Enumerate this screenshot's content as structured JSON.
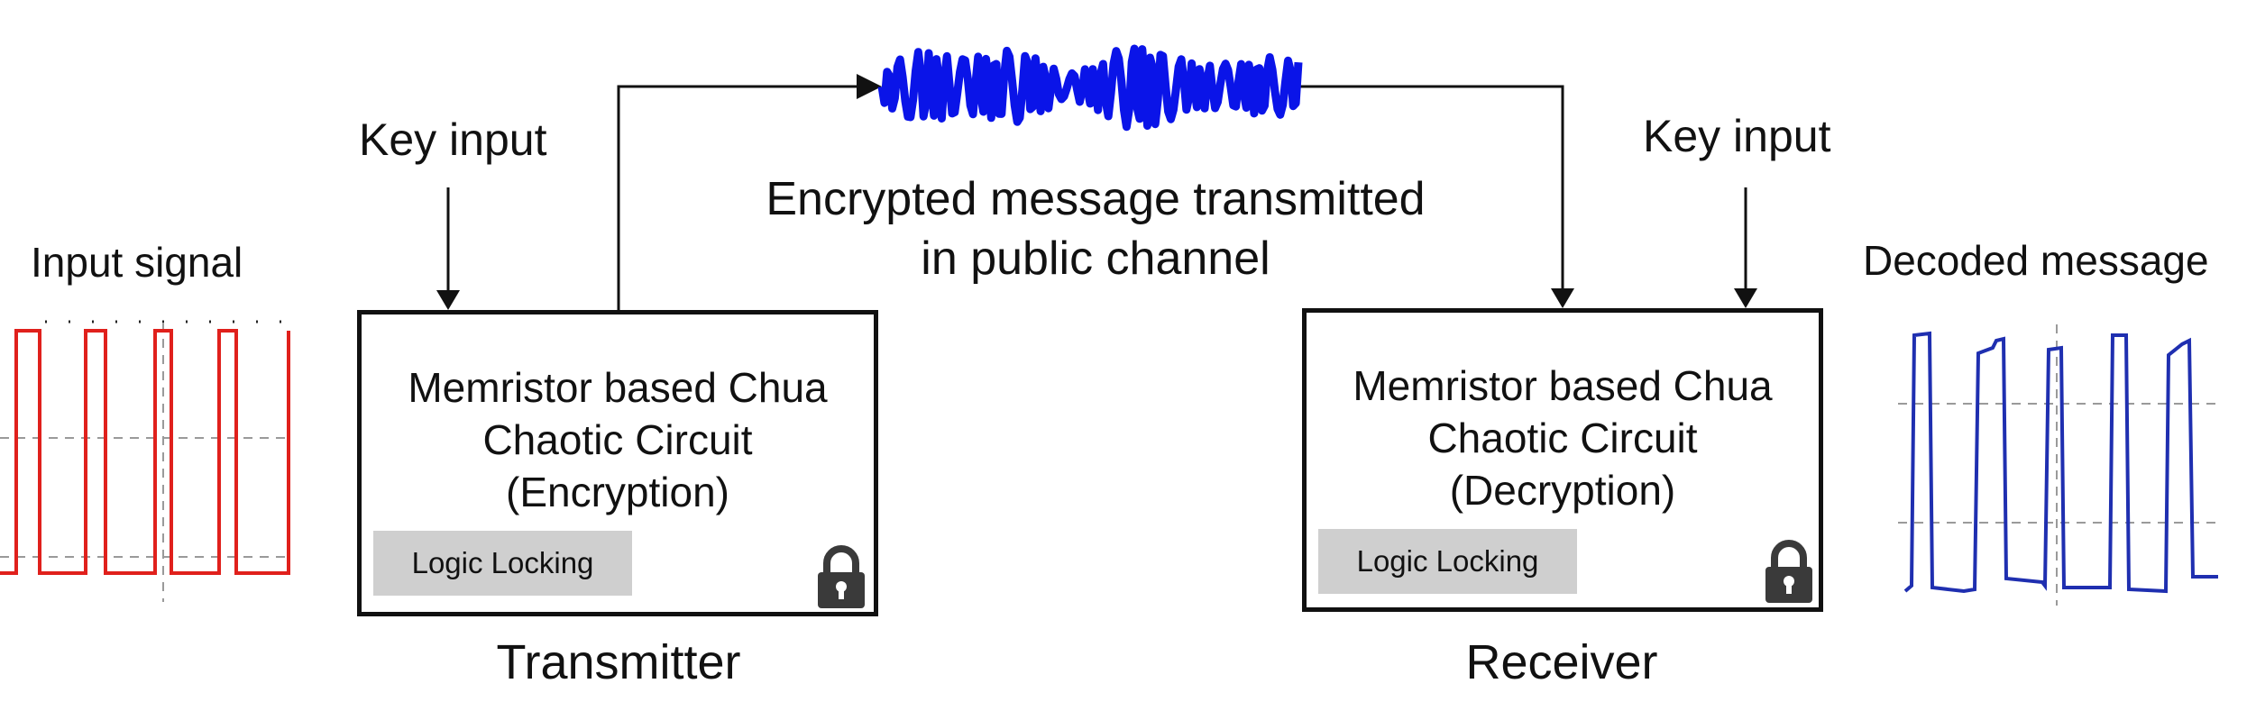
{
  "labels": {
    "input_signal": "Input signal",
    "decoded_message": "Decoded message",
    "key_input_left": "Key input",
    "key_input_right": "Key input",
    "channel_line1": "Encrypted message transmitted",
    "channel_line2": "in public channel",
    "transmitter": "Transmitter",
    "receiver": "Receiver"
  },
  "transmitter_block": {
    "line1": "Memristor based Chua",
    "line2": "Chaotic Circuit",
    "line3": "(Encryption)",
    "logic_locking": "Logic Locking",
    "icon": "lock-icon"
  },
  "receiver_block": {
    "line1": "Memristor based Chua",
    "line2": "Chaotic Circuit",
    "line3": "(Decryption)",
    "logic_locking": "Logic Locking",
    "icon": "lock-icon"
  },
  "colors": {
    "input_signal": "#e0201c",
    "decoded_signal": "#1f2fb0",
    "encrypted_wave": "#0a14e8",
    "logic_box": "#cfcfcf",
    "lock": "#3a3a3a",
    "grid_dash": "#9a9a9a"
  }
}
